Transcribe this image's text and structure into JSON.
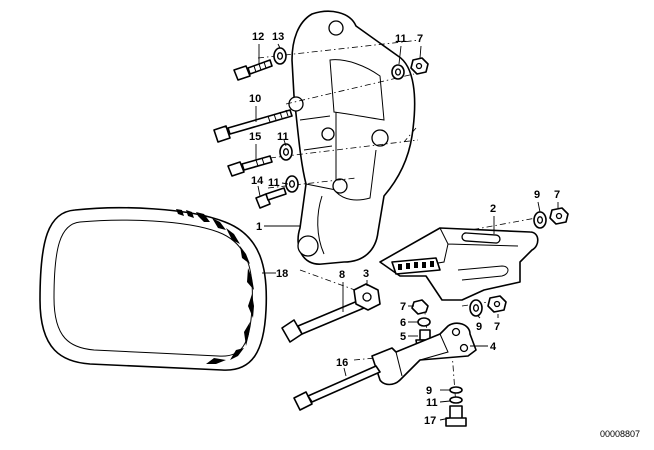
{
  "diagram": {
    "document_number": "00008807",
    "callouts": [
      {
        "id": "c12",
        "label": "12"
      },
      {
        "id": "c13",
        "label": "13"
      },
      {
        "id": "c11a",
        "label": "11"
      },
      {
        "id": "c7a",
        "label": "7"
      },
      {
        "id": "c10",
        "label": "10"
      },
      {
        "id": "c15",
        "label": "15"
      },
      {
        "id": "c11b",
        "label": "11"
      },
      {
        "id": "c11c",
        "label": "11"
      },
      {
        "id": "c14",
        "label": "14"
      },
      {
        "id": "c1",
        "label": "1"
      },
      {
        "id": "c2",
        "label": "2"
      },
      {
        "id": "c9a",
        "label": "9"
      },
      {
        "id": "c7b",
        "label": "7"
      },
      {
        "id": "c18",
        "label": "18"
      },
      {
        "id": "c8",
        "label": "8"
      },
      {
        "id": "c3",
        "label": "3"
      },
      {
        "id": "c7c",
        "label": "7"
      },
      {
        "id": "c6",
        "label": "6"
      },
      {
        "id": "c5",
        "label": "5"
      },
      {
        "id": "c9b",
        "label": "9"
      },
      {
        "id": "c7d",
        "label": "7"
      },
      {
        "id": "c4",
        "label": "4"
      },
      {
        "id": "c16",
        "label": "16"
      },
      {
        "id": "c9c",
        "label": "9"
      },
      {
        "id": "c11d",
        "label": "11"
      },
      {
        "id": "c17",
        "label": "17"
      }
    ]
  }
}
